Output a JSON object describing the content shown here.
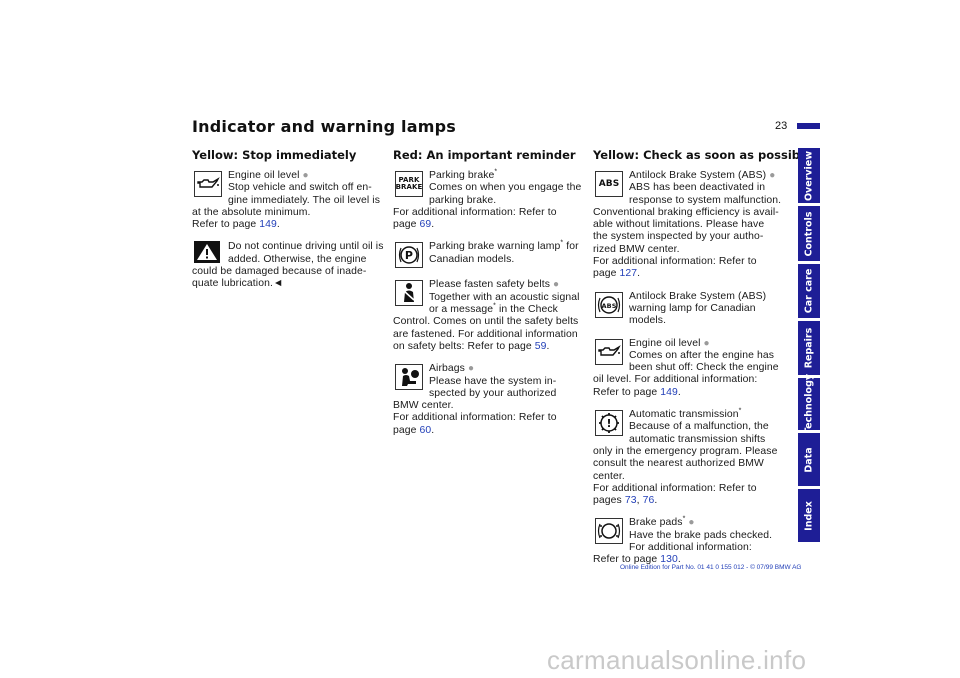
{
  "page": {
    "title": "Indicator and warning lamps",
    "number": "23"
  },
  "nav_tabs": [
    "Overview",
    "Controls",
    "Car care",
    "Repairs",
    "Technology",
    "Data",
    "Index"
  ],
  "columns": {
    "left": {
      "heading": "Yellow: Stop immediately",
      "entries": [
        {
          "icon": "oil-can-icon",
          "has_dot": true,
          "lines": [
            "Engine oil level",
            "Stop vehicle and switch off en-",
            "gine immediately. The oil level is",
            "at the absolute minimum.",
            "Refer to page "
          ],
          "link": "149",
          "link_suffix": "."
        }
      ],
      "warning": {
        "icon": "warning-triangle-icon",
        "lines": [
          "Do not continue driving until oil is",
          "added. Otherwise, the engine",
          "could be damaged because of inade-",
          "quate lubrication."
        ],
        "end_mark": "◄"
      }
    },
    "middle": {
      "heading": "Red: An important reminder",
      "entries": [
        {
          "icon": "park-brake-icon",
          "icon_text": [
            "PARK",
            "BRAKE"
          ],
          "lines": [
            "Parking brake",
            "Comes on when you engage the",
            "parking brake.",
            "For additional information: Refer to",
            "page "
          ],
          "link": "69",
          "link_suffix": "."
        },
        {
          "icon": "parking-p-circle-icon",
          "icon_text": [
            "P"
          ],
          "lines": [
            "Parking brake warning lamp",
            " for",
            "Canadian models."
          ]
        },
        {
          "icon": "seatbelt-icon",
          "has_dot": true,
          "lines": [
            "Please fasten safety belts",
            "Together with an acoustic signal",
            "or a message",
            " in the Check",
            "Control. Comes on until the safety belts",
            "are fastened. For additional information",
            "on safety belts: Refer to page "
          ],
          "link": "59",
          "link_suffix": "."
        },
        {
          "icon": "airbag-icon",
          "has_dot": true,
          "lines": [
            "Airbags",
            "Please have the system in-",
            "spected by your authorized",
            "BMW center.",
            "For additional information: Refer to",
            "page "
          ],
          "link": "60",
          "link_suffix": "."
        }
      ]
    },
    "right": {
      "heading": "Yellow: Check as soon as possible",
      "entries": [
        {
          "icon": "abs-text-icon",
          "icon_text": [
            "ABS"
          ],
          "has_dot": true,
          "lines": [
            "Antilock Brake System (ABS)",
            "ABS has been deactivated in",
            "response to system malfunction.",
            "Conventional braking efficiency is avail-",
            "able without limitations. Please have",
            "the system inspected by your autho-",
            "rized BMW center.",
            "For additional information: Refer to",
            "page "
          ],
          "link": "127",
          "link_suffix": "."
        },
        {
          "icon": "abs-circle-icon",
          "icon_text": [
            "ABS"
          ],
          "lines": [
            "Antilock Brake System (ABS)",
            "warning lamp for Canadian",
            "models."
          ]
        },
        {
          "icon": "oil-can-icon",
          "has_dot": true,
          "lines": [
            "Engine oil level",
            "Comes on after the engine has",
            "been shut off: Check the engine",
            "oil level. For additional information:",
            "Refer to page "
          ],
          "link": "149",
          "link_suffix": "."
        },
        {
          "icon": "transmission-exclamation-icon",
          "icon_text": [
            "!"
          ],
          "lines": [
            "Automatic transmission",
            "Because of a malfunction, the",
            "automatic transmission shifts",
            "only in the emergency program. Please",
            "consult the nearest authorized BMW",
            "center.",
            "For additional information: Refer to",
            "pages "
          ],
          "links": [
            "73",
            "76"
          ],
          "link_suffix": "."
        },
        {
          "icon": "brake-pads-icon",
          "has_dot": true,
          "lines": [
            "Brake pads",
            "Have the brake pads checked.",
            "For additional information:",
            "Refer to page "
          ],
          "link": "130",
          "link_suffix": "."
        }
      ]
    }
  },
  "symbols": {
    "dot": "●",
    "star": "*",
    "link_separator": ", "
  },
  "footer": "Online Edition for Part No. 01 41 0 155 012 - © 07/99 BMW AG",
  "watermark": "carmanualsonline.info",
  "colors": {
    "nav": "#1e1e96",
    "link": "#2340b8",
    "dot": "#9a9a9a",
    "watermark": "#c9c9c9"
  }
}
